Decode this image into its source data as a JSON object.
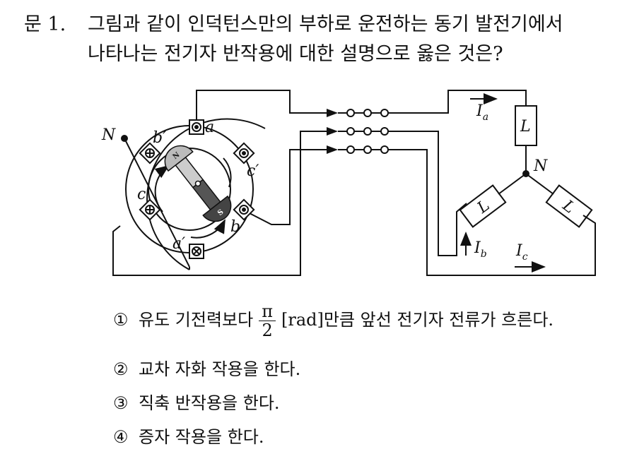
{
  "question": {
    "number": "문  1.",
    "line1": "그림과 같이 인덕턴스만의 부하로 운전하는 동기 발전기에서",
    "line2": "나타나는 전기자 반작용에 대한 설명으로 옳은 것은?"
  },
  "figure": {
    "labels": {
      "neutral_gen": "N",
      "neutral_load": "N",
      "coil_a": "a",
      "coil_a_prime": "a′",
      "coil_b": "b",
      "coil_b_prime": "b′",
      "coil_c": "c",
      "coil_c_prime": "c′",
      "current_a": "I",
      "current_a_sub": "a",
      "current_b": "I",
      "current_b_sub": "b",
      "current_c": "I",
      "current_c_sub": "c",
      "load": "L",
      "rotor_n": "N",
      "rotor_s": "S"
    }
  },
  "options": [
    {
      "mark": "①",
      "before": "유도 기전력보다",
      "frac_num": "π",
      "frac_den": "2",
      "after": "[rad]만큼 앞선 전기자 전류가 흐른다."
    },
    {
      "mark": "②",
      "text": "교차 자화 작용을 한다."
    },
    {
      "mark": "③",
      "text": "직축 반작용을 한다."
    },
    {
      "mark": "④",
      "text": "증자 작용을 한다."
    }
  ]
}
